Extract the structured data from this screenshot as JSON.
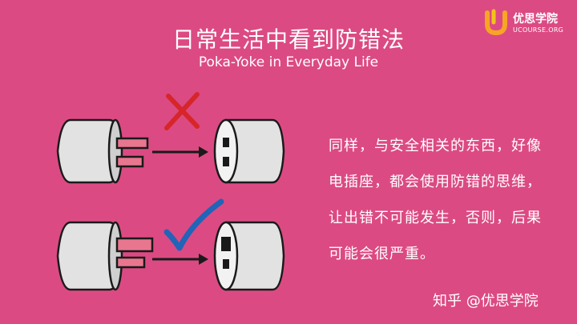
{
  "title": {
    "zh": "日常生活中看到防错法",
    "en": "Poka-Yoke in Everyday Life"
  },
  "logo": {
    "name": "优思学院",
    "subtitle": "UCOURSE.ORG"
  },
  "body_text": "同样，与安全相关的东西，好像电插座，都会使用防错的思维，让出错不可能发生，否则，后果可能会很严重。",
  "watermark": "知乎 @优思学院",
  "colors": {
    "background": "#dc4a83",
    "cross": "#d6262a",
    "check": "#2164b8",
    "prong": "#e8768f"
  },
  "icons": [
    "cross-mark-icon",
    "check-mark-icon",
    "arrow-right-icon",
    "logo-icon"
  ]
}
